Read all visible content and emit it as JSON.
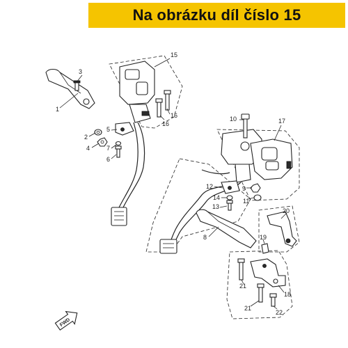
{
  "banner": {
    "text": "Na obrázku díl číslo 15",
    "color": "#f5c400"
  },
  "callouts": [
    "1",
    "2",
    "3",
    "4",
    "5",
    "6",
    "7",
    "8",
    "9",
    "10",
    "11",
    "12",
    "13",
    "14",
    "15",
    "16",
    "16",
    "17",
    "18",
    "19",
    "20",
    "21",
    "21",
    "22"
  ],
  "fwd_label": "FWD"
}
